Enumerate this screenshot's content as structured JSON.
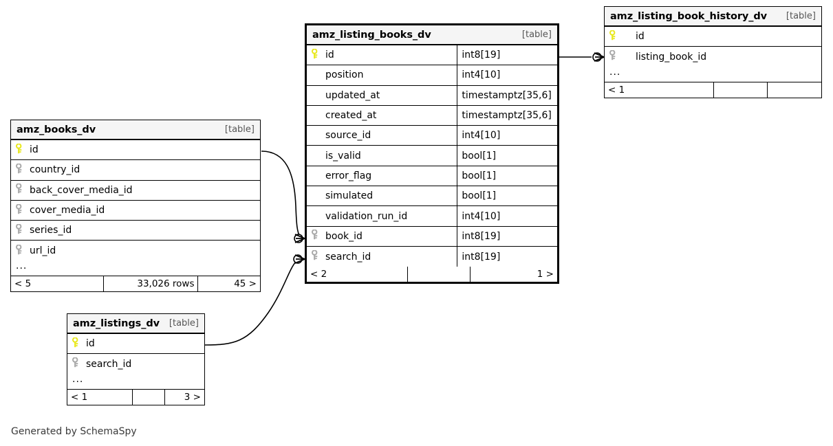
{
  "caption": "Generated by SchemaSpy",
  "icons": {
    "primary_key": "key-icon-primary",
    "foreign_key": "key-icon-foreign",
    "ellipsis": "…"
  },
  "colors": {
    "primary_key": "#e8e81c",
    "foreign_key": "#a9a9a9",
    "header_background": "#f5f5f5",
    "border": "#000000",
    "caption_text": "#3a3a3a",
    "tag_text": "#555555"
  },
  "table_tag": "[table]",
  "ellipsis": "...",
  "tables": {
    "amz_books_dv": {
      "title": "amz_books_dv",
      "tag": "[table]",
      "columns": [
        {
          "name": "id",
          "key": "primary",
          "type": ""
        },
        {
          "name": "country_id",
          "key": "foreign",
          "type": ""
        },
        {
          "name": "back_cover_media_id",
          "key": "foreign",
          "type": ""
        },
        {
          "name": "cover_media_id",
          "key": "foreign",
          "type": ""
        },
        {
          "name": "series_id",
          "key": "foreign",
          "type": ""
        },
        {
          "name": "url_id",
          "key": "foreign",
          "type": ""
        }
      ],
      "more_indicator": "...",
      "footer": {
        "left": "< 5",
        "center": "33,026 rows",
        "right": "45 >"
      }
    },
    "amz_listing_books_dv": {
      "title": "amz_listing_books_dv",
      "tag": "[table]",
      "columns": [
        {
          "name": "id",
          "key": "primary",
          "type": "int8[19]"
        },
        {
          "name": "position",
          "key": "none",
          "type": "int4[10]"
        },
        {
          "name": "updated_at",
          "key": "none",
          "type": "timestamptz[35,6]"
        },
        {
          "name": "created_at",
          "key": "none",
          "type": "timestamptz[35,6]"
        },
        {
          "name": "source_id",
          "key": "none",
          "type": "int4[10]"
        },
        {
          "name": "is_valid",
          "key": "none",
          "type": "bool[1]"
        },
        {
          "name": "error_flag",
          "key": "none",
          "type": "bool[1]"
        },
        {
          "name": "simulated",
          "key": "none",
          "type": "bool[1]"
        },
        {
          "name": "validation_run_id",
          "key": "none",
          "type": "int4[10]"
        },
        {
          "name": "book_id",
          "key": "foreign",
          "type": "int8[19]"
        },
        {
          "name": "search_id",
          "key": "foreign",
          "type": "int8[19]"
        }
      ],
      "footer": {
        "left": "< 2",
        "center": "",
        "right": "1 >"
      }
    },
    "amz_listing_book_history_dv": {
      "title": "amz_listing_book_history_dv",
      "tag": "[table]",
      "columns": [
        {
          "name": "id",
          "key": "primary",
          "type": ""
        },
        {
          "name": "listing_book_id",
          "key": "foreign",
          "type": ""
        }
      ],
      "more_indicator": "...",
      "footer": {
        "left": "< 1",
        "center": "",
        "right": ""
      }
    },
    "amz_listings_dv": {
      "title": "amz_listings_dv",
      "tag": "[table]",
      "columns": [
        {
          "name": "id",
          "key": "primary",
          "type": ""
        },
        {
          "name": "search_id",
          "key": "foreign",
          "type": ""
        }
      ],
      "more_indicator": "...",
      "footer": {
        "left": "< 1",
        "center": "",
        "right": "3 >"
      }
    }
  },
  "relationships": [
    {
      "from_table": "amz_books_dv",
      "from_column": "id",
      "to_table": "amz_listing_books_dv",
      "to_column": "book_id",
      "notation": "zero-or-many"
    },
    {
      "from_table": "amz_listings_dv",
      "from_column": "id",
      "to_table": "amz_listing_books_dv",
      "to_column": "search_id",
      "notation": "zero-or-many"
    },
    {
      "from_table": "amz_listing_books_dv",
      "from_column": "id",
      "to_table": "amz_listing_book_history_dv",
      "to_column": "listing_book_id",
      "notation": "zero-or-many"
    }
  ]
}
